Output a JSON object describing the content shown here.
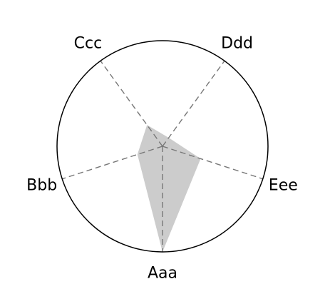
{
  "chart_data": {
    "type": "radar",
    "categories": [
      "Aaa",
      "Bbb",
      "Ccc",
      "Ddd",
      "Eee"
    ],
    "series": [
      {
        "values": [
          1.0,
          0.25,
          0.25,
          0.1,
          0.38
        ]
      }
    ],
    "rlim": [
      0,
      1
    ],
    "grid": true,
    "legend": "none",
    "colors": {
      "fill": "#cccccc",
      "spoke": "#777777",
      "outline": "#000000"
    }
  }
}
